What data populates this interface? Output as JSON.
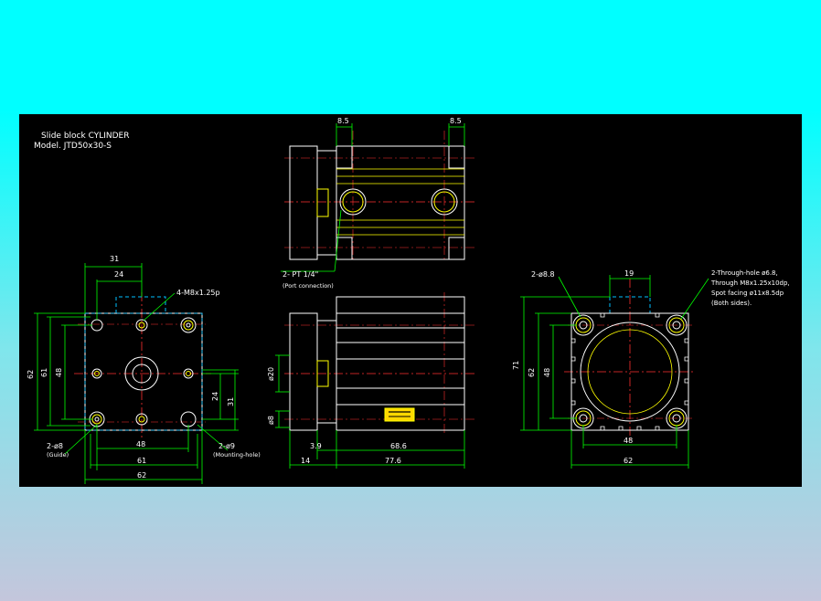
{
  "title_block": {
    "line1": "Slide block CYLINDER",
    "line2": "Model. JTD50x30-S"
  },
  "front_view": {
    "dims": {
      "d31_top": "31",
      "d24_top": "24",
      "thread_note": "4-M8x1.25p",
      "d62_left": "62",
      "d61_left": "61",
      "d48_left": "48",
      "d24_right": "24",
      "d31_right": "31",
      "d48_bottom": "48",
      "d61_bottom": "61",
      "d62_bottom": "62"
    },
    "guide_note": "2-ø8",
    "guide_label": "(Guide)",
    "mount_note": "2-ø9",
    "mount_label": "(Mounting-hole)"
  },
  "top_view": {
    "dim_left": "8.5",
    "dim_right": "8.5",
    "port_note": "2- PT 1/4\"",
    "port_label": "(Port connection)"
  },
  "side_view": {
    "dia20": "ø20",
    "dia8": "ø8",
    "d39": "3.9",
    "d686": "68.6",
    "d14": "14",
    "d776": "77.6"
  },
  "rear_view": {
    "hole_note": "2-ø8.8",
    "d19": "19",
    "through_note": [
      "2-Through-hole ø6.8,",
      "Through M8x1.25x10dp,",
      "Spot facing ø11x8.5dp",
      "(Both sides)."
    ],
    "d71": "71",
    "d62_left": "62",
    "d48_left": "48",
    "d48_bottom": "48",
    "d62_bottom": "62"
  },
  "colors": {
    "background_top": "#00ffff",
    "drawing_bg": "#000000",
    "outline": "#ffffff",
    "center_line": "#ff3030",
    "dimension": "#00ff00",
    "detail": "#ffff00",
    "hidden": "#00bfff",
    "leader": "#ff00ff"
  }
}
